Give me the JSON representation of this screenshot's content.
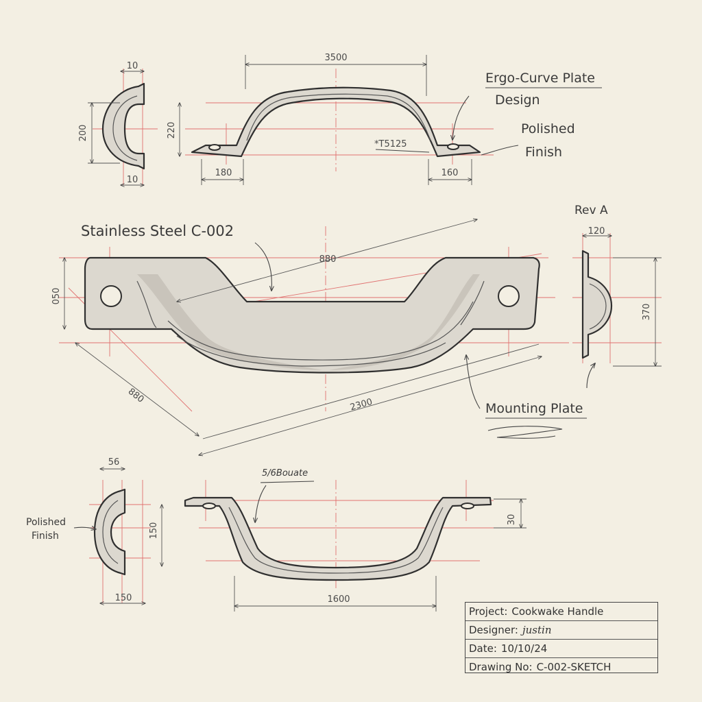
{
  "dimensions": {
    "top_overall_length": "3500",
    "top_left_foot": "180",
    "top_right_foot": "160",
    "top_height": "220",
    "top_thread": "*T5125",
    "tl_side_width_top": "10",
    "tl_side_width_bottom": "10",
    "tl_side_height": "200",
    "iso_top_length": "880",
    "iso_left_length": "880",
    "iso_bottom_length": "2300",
    "iso_height": "050",
    "right_side_width": "120",
    "right_side_height": "370",
    "bl_side_width_top": "56",
    "bl_side_width_bottom": "150",
    "bl_side_height": "150",
    "bottom_length": "1600",
    "bottom_height": "30",
    "bottom_note": "5/6Bouate"
  },
  "annotations": {
    "ergo_line1": "Ergo-Curve Plate",
    "ergo_line2": "Design",
    "polished_line1": "Polished",
    "polished_line2": "Finish",
    "material": "Stainless Steel C-002",
    "revision": "Rev A",
    "mounting": "Mounting Plate",
    "polished_bl_line1": "Polished",
    "polished_bl_line2": "Finish"
  },
  "title_block": {
    "project_label": "Project:",
    "project_value": "Cookwake Handle",
    "designer_label": "Designer:",
    "designer_value": "justin",
    "date_label": "Date:",
    "date_value": "10/10/24",
    "drawing_label": "Drawing No:",
    "drawing_value": "C-002-SKETCH"
  }
}
